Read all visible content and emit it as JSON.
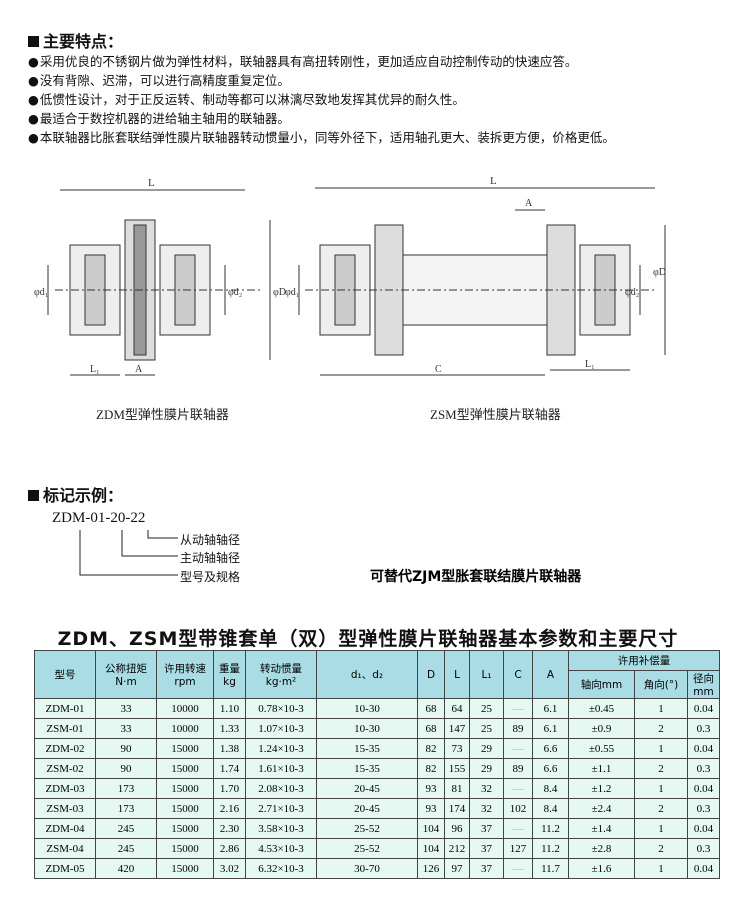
{
  "features": {
    "heading": "主要特点：",
    "items": [
      "采用优良的不锈钢片做为弹性材料，联轴器具有高扭转刚性，更加适应自动控制传动的快速应答。",
      "没有背隙、迟滞，可以进行高精度重复定位。",
      "低惯性设计，对于正反运转、制动等都可以淋漓尽致地发挥其优异的耐久性。",
      "最适合于数控机器的进给轴主轴用的联轴器。",
      "本联轴器比胀套联结弹性膜片联轴器转动惯量小，同等外径下，适用轴孔更大、装拆更方便，价格更低。"
    ]
  },
  "drawings": {
    "zdm_caption": "ZDM型弹性膜片联轴器",
    "zsm_caption": "ZSM型弹性膜片联轴器",
    "labels": {
      "L": "L",
      "L1": "L₁",
      "A": "A",
      "C": "C",
      "d1": "φd₁",
      "d2": "φd₂",
      "D": "φD"
    }
  },
  "example": {
    "heading": "标记示例：",
    "code": "ZDM-01-20-22",
    "notes": [
      "从动轴轴径",
      "主动轴轴径",
      "型号及规格"
    ],
    "replace_text": "可替代ZJM型胀套联结膜片联轴器"
  },
  "table": {
    "title": "ZDM、ZSM型带锥套单（双）型弹性膜片联轴器基本参数和主要尺寸",
    "headers": {
      "model": "型号",
      "torque": "公称扭矩",
      "torque_unit": "N·m",
      "speed": "许用转速",
      "speed_unit": "rpm",
      "weight": "重量",
      "weight_unit": "kg",
      "inertia": "转动惯量",
      "inertia_unit": "kg·m²",
      "d": "d₁、d₂",
      "D": "D",
      "L": "L",
      "L1": "L₁",
      "C": "C",
      "A": "A",
      "comp": "许用补偿量",
      "axial": "轴向mm",
      "angular": "角向(°)",
      "radial": "径向mm"
    },
    "rows": [
      [
        "ZDM-01",
        "33",
        "10000",
        "1.10",
        "0.78×10-3",
        "10-30",
        "68",
        "64",
        "25",
        "—",
        "6.1",
        "±0.45",
        "1",
        "0.04"
      ],
      [
        "ZSM-01",
        "33",
        "10000",
        "1.33",
        "1.07×10-3",
        "10-30",
        "68",
        "147",
        "25",
        "89",
        "6.1",
        "±0.9",
        "2",
        "0.3"
      ],
      [
        "ZDM-02",
        "90",
        "15000",
        "1.38",
        "1.24×10-3",
        "15-35",
        "82",
        "73",
        "29",
        "—",
        "6.6",
        "±0.55",
        "1",
        "0.04"
      ],
      [
        "ZSM-02",
        "90",
        "15000",
        "1.74",
        "1.61×10-3",
        "15-35",
        "82",
        "155",
        "29",
        "89",
        "6.6",
        "±1.1",
        "2",
        "0.3"
      ],
      [
        "ZDM-03",
        "173",
        "15000",
        "1.70",
        "2.08×10-3",
        "20-45",
        "93",
        "81",
        "32",
        "—",
        "8.4",
        "±1.2",
        "1",
        "0.04"
      ],
      [
        "ZSM-03",
        "173",
        "15000",
        "2.16",
        "2.71×10-3",
        "20-45",
        "93",
        "174",
        "32",
        "102",
        "8.4",
        "±2.4",
        "2",
        "0.3"
      ],
      [
        "ZDM-04",
        "245",
        "15000",
        "2.30",
        "3.58×10-3",
        "25-52",
        "104",
        "96",
        "37",
        "—",
        "11.2",
        "±1.4",
        "1",
        "0.04"
      ],
      [
        "ZSM-04",
        "245",
        "15000",
        "2.86",
        "4.53×10-3",
        "25-52",
        "104",
        "212",
        "37",
        "127",
        "11.2",
        "±2.8",
        "2",
        "0.3"
      ],
      [
        "ZDM-05",
        "420",
        "15000",
        "3.02",
        "6.32×10-3",
        "30-70",
        "126",
        "97",
        "37",
        "—",
        "11.7",
        "±1.6",
        "1",
        "0.04"
      ]
    ]
  }
}
